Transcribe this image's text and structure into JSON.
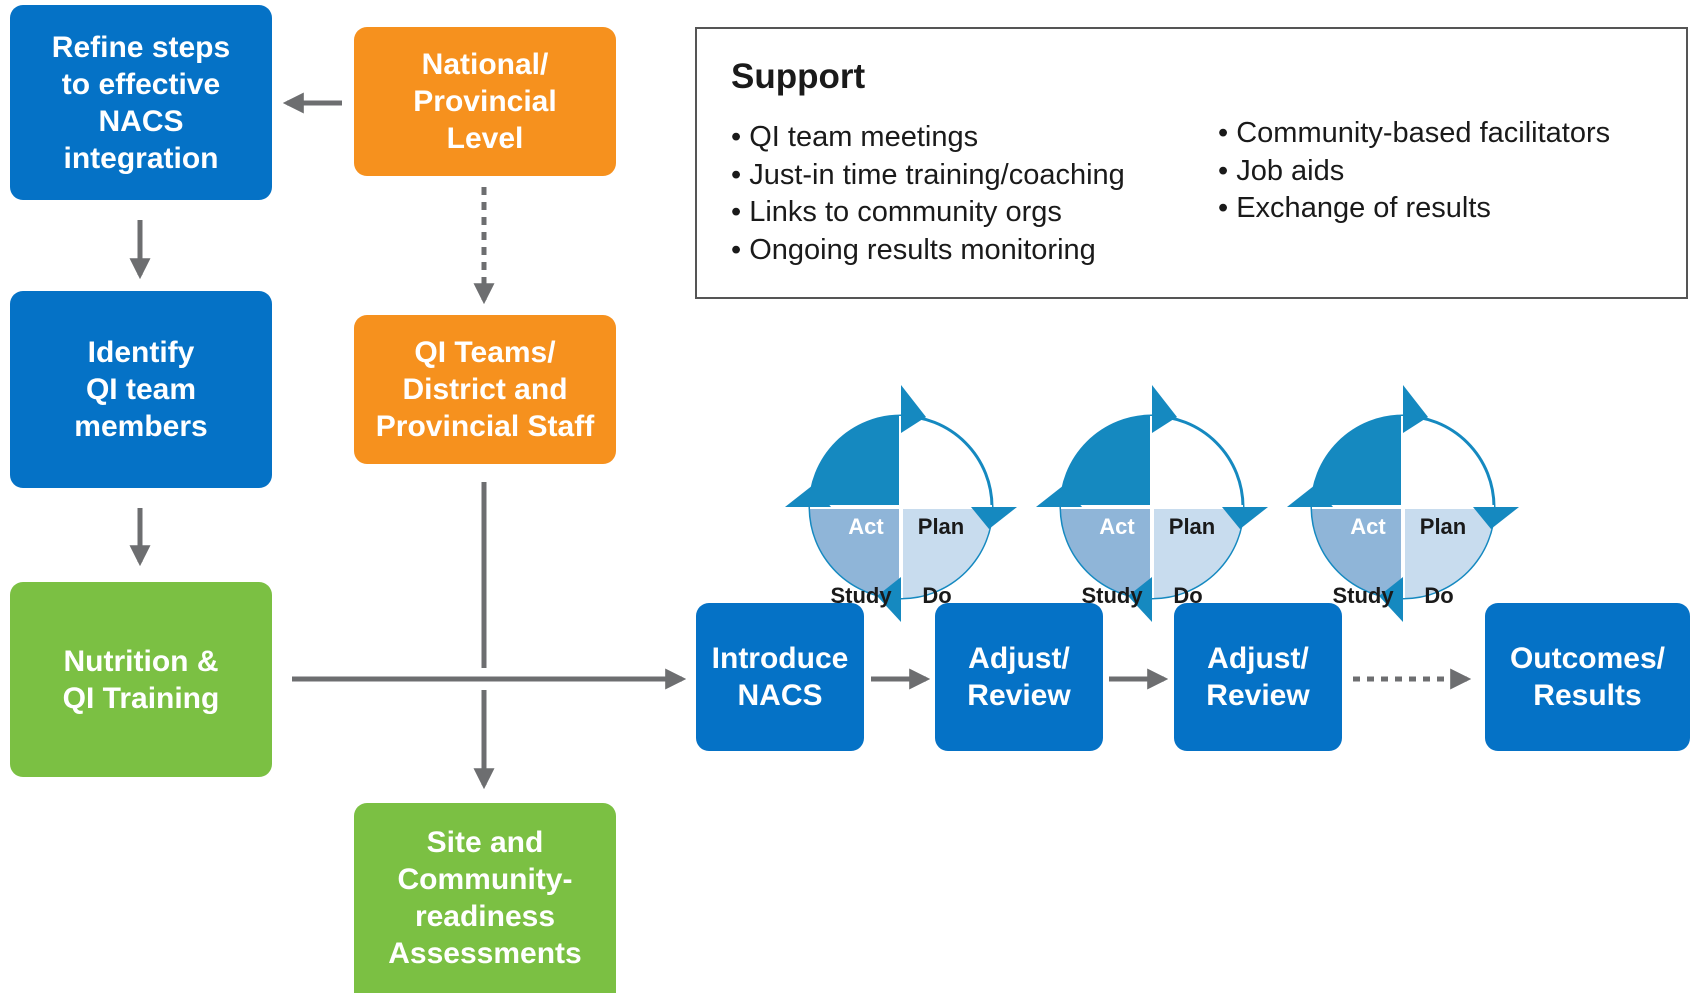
{
  "boxes": {
    "refine_steps": "Refine steps\nto effective\nNACS\nintegration",
    "identify_team": "Identify\nQI team\nmembers",
    "nutrition_training": "Nutrition &\nQI Training",
    "national_level": "National/\nProvincial\nLevel",
    "qi_teams": "QI Teams/\nDistrict and\nProvincial Staff",
    "site_assessments": "Site and\nCommunity-\nreadiness\nAssessments",
    "introduce_nacs": "Introduce\nNACS",
    "adjust_review_1": "Adjust/\nReview",
    "adjust_review_2": "Adjust/\nReview",
    "outcomes": "Outcomes/\nResults"
  },
  "support": {
    "title": "Support",
    "col1": [
      "QI team meetings",
      "Just-in time training/coaching",
      "Links to community orgs",
      "Ongoing results monitoring"
    ],
    "col2": [
      "Community-based facilitators",
      "Job aids",
      "Exchange of results"
    ]
  },
  "pdsa": {
    "act": "Act",
    "plan": "Plan",
    "study": "Study",
    "do": "Do"
  },
  "colors": {
    "blue": "#0572c6",
    "orange": "#f6911e",
    "green": "#7bc043",
    "cycle_teal": "#1589c0",
    "cycle_light": "#c8dcee",
    "cycle_mid": "#8fb5d8",
    "arrow_gray": "#6d6e70"
  },
  "icons": {
    "pdsa_cycle": "pdsa-cycle-icon",
    "arrow": "arrow-icon"
  }
}
